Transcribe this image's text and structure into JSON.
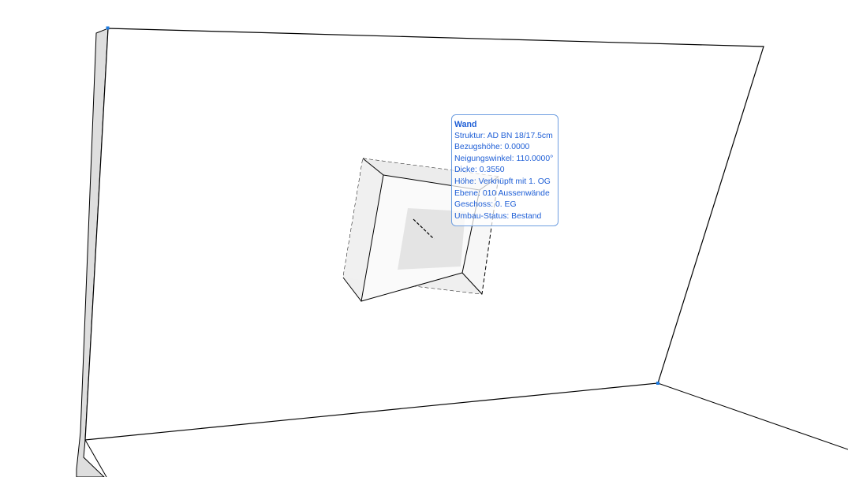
{
  "tooltip": {
    "title": "Wand",
    "rows": [
      "Struktur: AD BN 18/17.5cm",
      "Bezugshöhe: 0.0000",
      "Neigungswinkel: 110.0000°",
      "Dicke: 0.3550",
      "Höhe: Verknüpft mit 1. OG",
      "Ebene: 010 Aussenwände",
      "Geschoss: 0. EG",
      "Umbau-Status: Bestand"
    ]
  },
  "colors": {
    "accent": "#1f5fd6",
    "tooltip_border": "#6f9fe0",
    "grip": "#1e7be0",
    "wall_edge": "#d8d8d8",
    "niche_face": "#e6e6e6"
  },
  "icons": {
    "grip": "grip-handle-icon"
  }
}
